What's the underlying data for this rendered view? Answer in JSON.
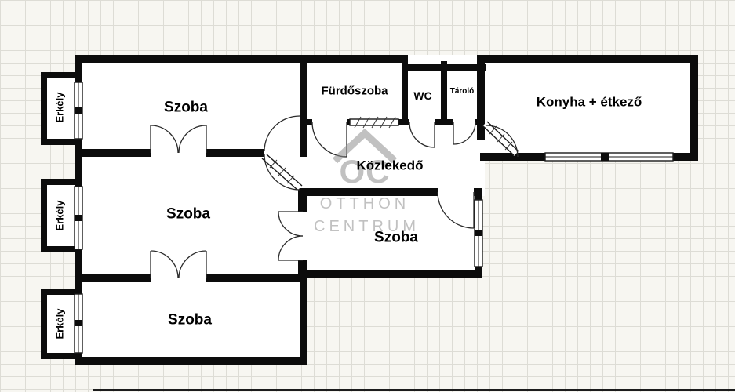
{
  "floorplan": {
    "rooms": {
      "szoba_top": "Szoba",
      "erkely_top": "Erkély",
      "furdoszoba": "Fürdőszoba",
      "wc": "WC",
      "tarolo": "Tároló",
      "konyha": "Konyha + étkező",
      "kozlekedo": "Közlekedő",
      "szoba_mid": "Szoba",
      "erkely_mid": "Erkély",
      "szoba_center": "Szoba",
      "szoba_bottom": "Szoba",
      "erkely_bottom": "Erkély"
    },
    "watermark": {
      "logo_text": "OC",
      "line1": "OTTHON",
      "line2": "CENTRUM",
      "color": "#8f8f8f"
    },
    "colors": {
      "wall": "#0c0c0c",
      "room_fill": "#ffffff",
      "background": "#f7f6f1",
      "grid_line": "#dddcd5",
      "label": "#000000"
    }
  }
}
